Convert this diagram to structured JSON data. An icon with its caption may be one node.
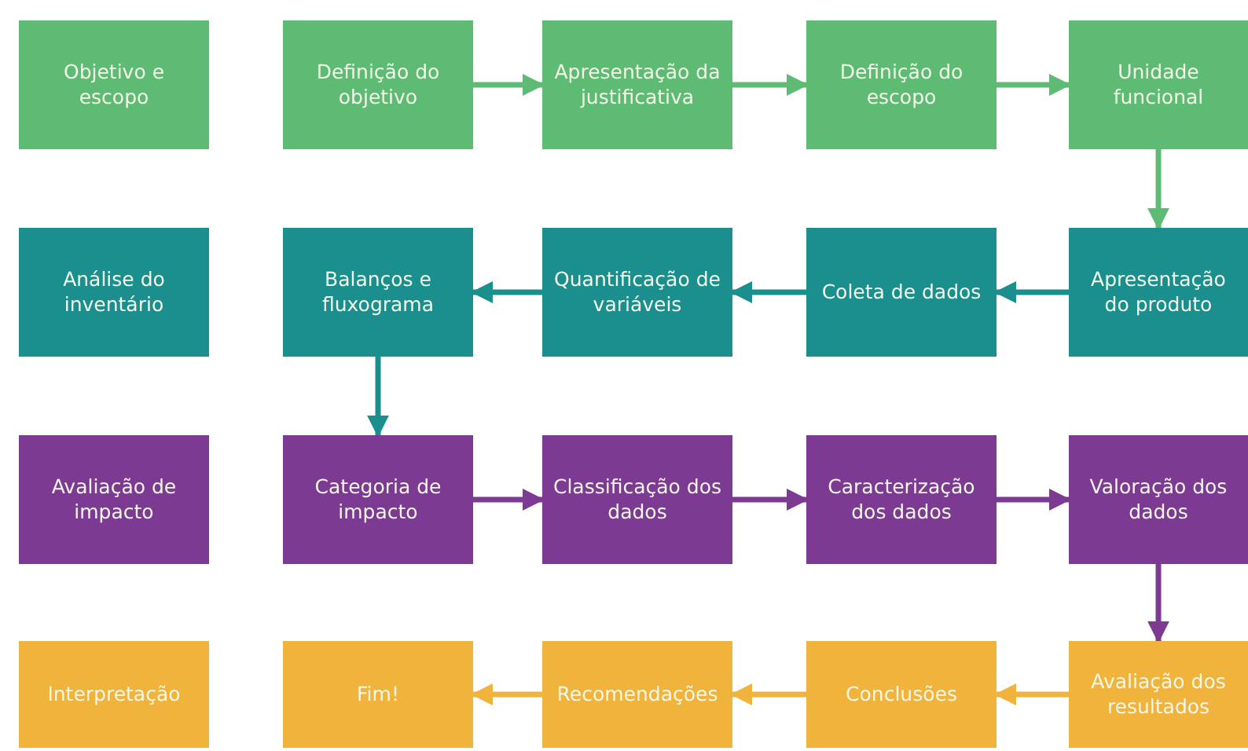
{
  "diagram": {
    "nodes": [
      {
        "text": [
          "Objetivo e escopo"
        ]
      },
      {
        "text": [
          "Definição do objetivo"
        ]
      },
      {
        "text": [
          "Apresentação da justificativa"
        ]
      },
      {
        "text": [
          "Definição do escopo"
        ]
      },
      {
        "text": [
          "Unidade funcional"
        ]
      },
      {
        "text": [
          "Análise do inventário"
        ]
      },
      {
        "text": [
          "Balanços e fluxograma"
        ]
      },
      {
        "text": [
          "Quantificação de variáveis"
        ]
      },
      {
        "text": [
          "Coleta de dados"
        ]
      },
      {
        "text": [
          "Apresentação do produto"
        ]
      },
      {
        "text": [
          "Avaliação de impacto"
        ]
      },
      {
        "text": [
          "Categoria de impacto"
        ]
      },
      {
        "text": [
          "Classificação dos dados"
        ]
      },
      {
        "text": [
          "Caracterização dos dados"
        ]
      },
      {
        "text": [
          "Valoração dos dados"
        ]
      },
      {
        "text": [
          "Interpretação"
        ]
      },
      {
        "text": [
          "Fim!"
        ]
      },
      {
        "text": [
          "Recomendações"
        ]
      },
      {
        "text": [
          "Conclusões"
        ]
      },
      {
        "text": [
          "Avaliação dos resultados"
        ]
      }
    ],
    "edges": [
      {
        "from": 1,
        "to": 2,
        "arrow": "to",
        "color": "#5dbb73"
      },
      {
        "from": 2,
        "to": 3,
        "arrow": "to",
        "color": "#5dbb73"
      },
      {
        "from": 3,
        "to": 4,
        "arrow": "to",
        "color": "#5dbb73"
      },
      {
        "from": 4,
        "to": 9,
        "arrow": "to",
        "color": "#5dbb73"
      },
      {
        "from": 9,
        "to": 8,
        "arrow": "to",
        "color": "#1a8f8e"
      },
      {
        "from": 8,
        "to": 7,
        "arrow": "to",
        "color": "#1a8f8e"
      },
      {
        "from": 7,
        "to": 6,
        "arrow": "to",
        "color": "#1a8f8e"
      },
      {
        "from": 6,
        "to": 11,
        "arrow": "to",
        "color": "#1a8f8e"
      },
      {
        "from": 11,
        "to": 12,
        "arrow": "to",
        "color": "#7d3a93"
      },
      {
        "from": 12,
        "to": 13,
        "arrow": "to",
        "color": "#7d3a93"
      },
      {
        "from": 13,
        "to": 14,
        "arrow": "to",
        "color": "#7d3a93"
      },
      {
        "from": 14,
        "to": 19,
        "arrow": "to",
        "color": "#7d3a93"
      },
      {
        "from": 19,
        "to": 18,
        "arrow": "to",
        "color": "#f0b43c"
      },
      {
        "from": 18,
        "to": 17,
        "arrow": "to",
        "color": "#f0b43c"
      },
      {
        "from": 17,
        "to": 16,
        "arrow": "to",
        "color": "#f0b43c"
      }
    ]
  }
}
